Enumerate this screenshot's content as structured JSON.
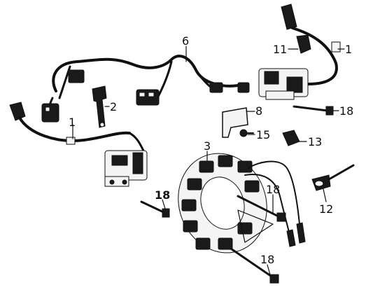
{
  "callouts": [
    {
      "id": "p6",
      "text": "6",
      "bold": false
    },
    {
      "id": "p11",
      "text": "11",
      "bold": false
    },
    {
      "id": "p1a",
      "text": "1",
      "bold": false
    },
    {
      "id": "p2",
      "text": "2",
      "bold": false
    },
    {
      "id": "p1b",
      "text": "1",
      "bold": false
    },
    {
      "id": "p8",
      "text": "8",
      "bold": false
    },
    {
      "id": "p18a",
      "text": "18",
      "bold": false
    },
    {
      "id": "p15",
      "text": "15",
      "bold": false
    },
    {
      "id": "p13",
      "text": "13",
      "bold": false
    },
    {
      "id": "p3",
      "text": "3",
      "bold": false
    },
    {
      "id": "p18b",
      "text": "18",
      "bold": false
    },
    {
      "id": "p18c",
      "text": "18",
      "bold": true
    },
    {
      "id": "p12",
      "text": "12",
      "bold": false
    },
    {
      "id": "p18d",
      "text": "18",
      "bold": false
    }
  ]
}
